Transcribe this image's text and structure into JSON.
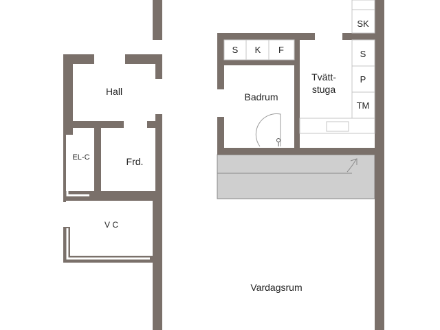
{
  "colors": {
    "wall": "#7a706a",
    "stair": "#cfcfcf",
    "stair_line": "#8a8a8a",
    "background": "#ffffff",
    "text": "#222222"
  },
  "rooms": {
    "hall": "Hall",
    "el_c": "EL-C",
    "frd": "Frd.",
    "vc": "V C",
    "badrum": "Badrum",
    "tvattstuga_1": "Tvätt-",
    "tvattstuga_2": "stuga",
    "vardagsrum": "Vardagsrum"
  },
  "fixtures": {
    "s1": "S",
    "k": "K",
    "f": "F",
    "sk": "SK",
    "s2": "S",
    "p": "P",
    "tm": "TM"
  }
}
